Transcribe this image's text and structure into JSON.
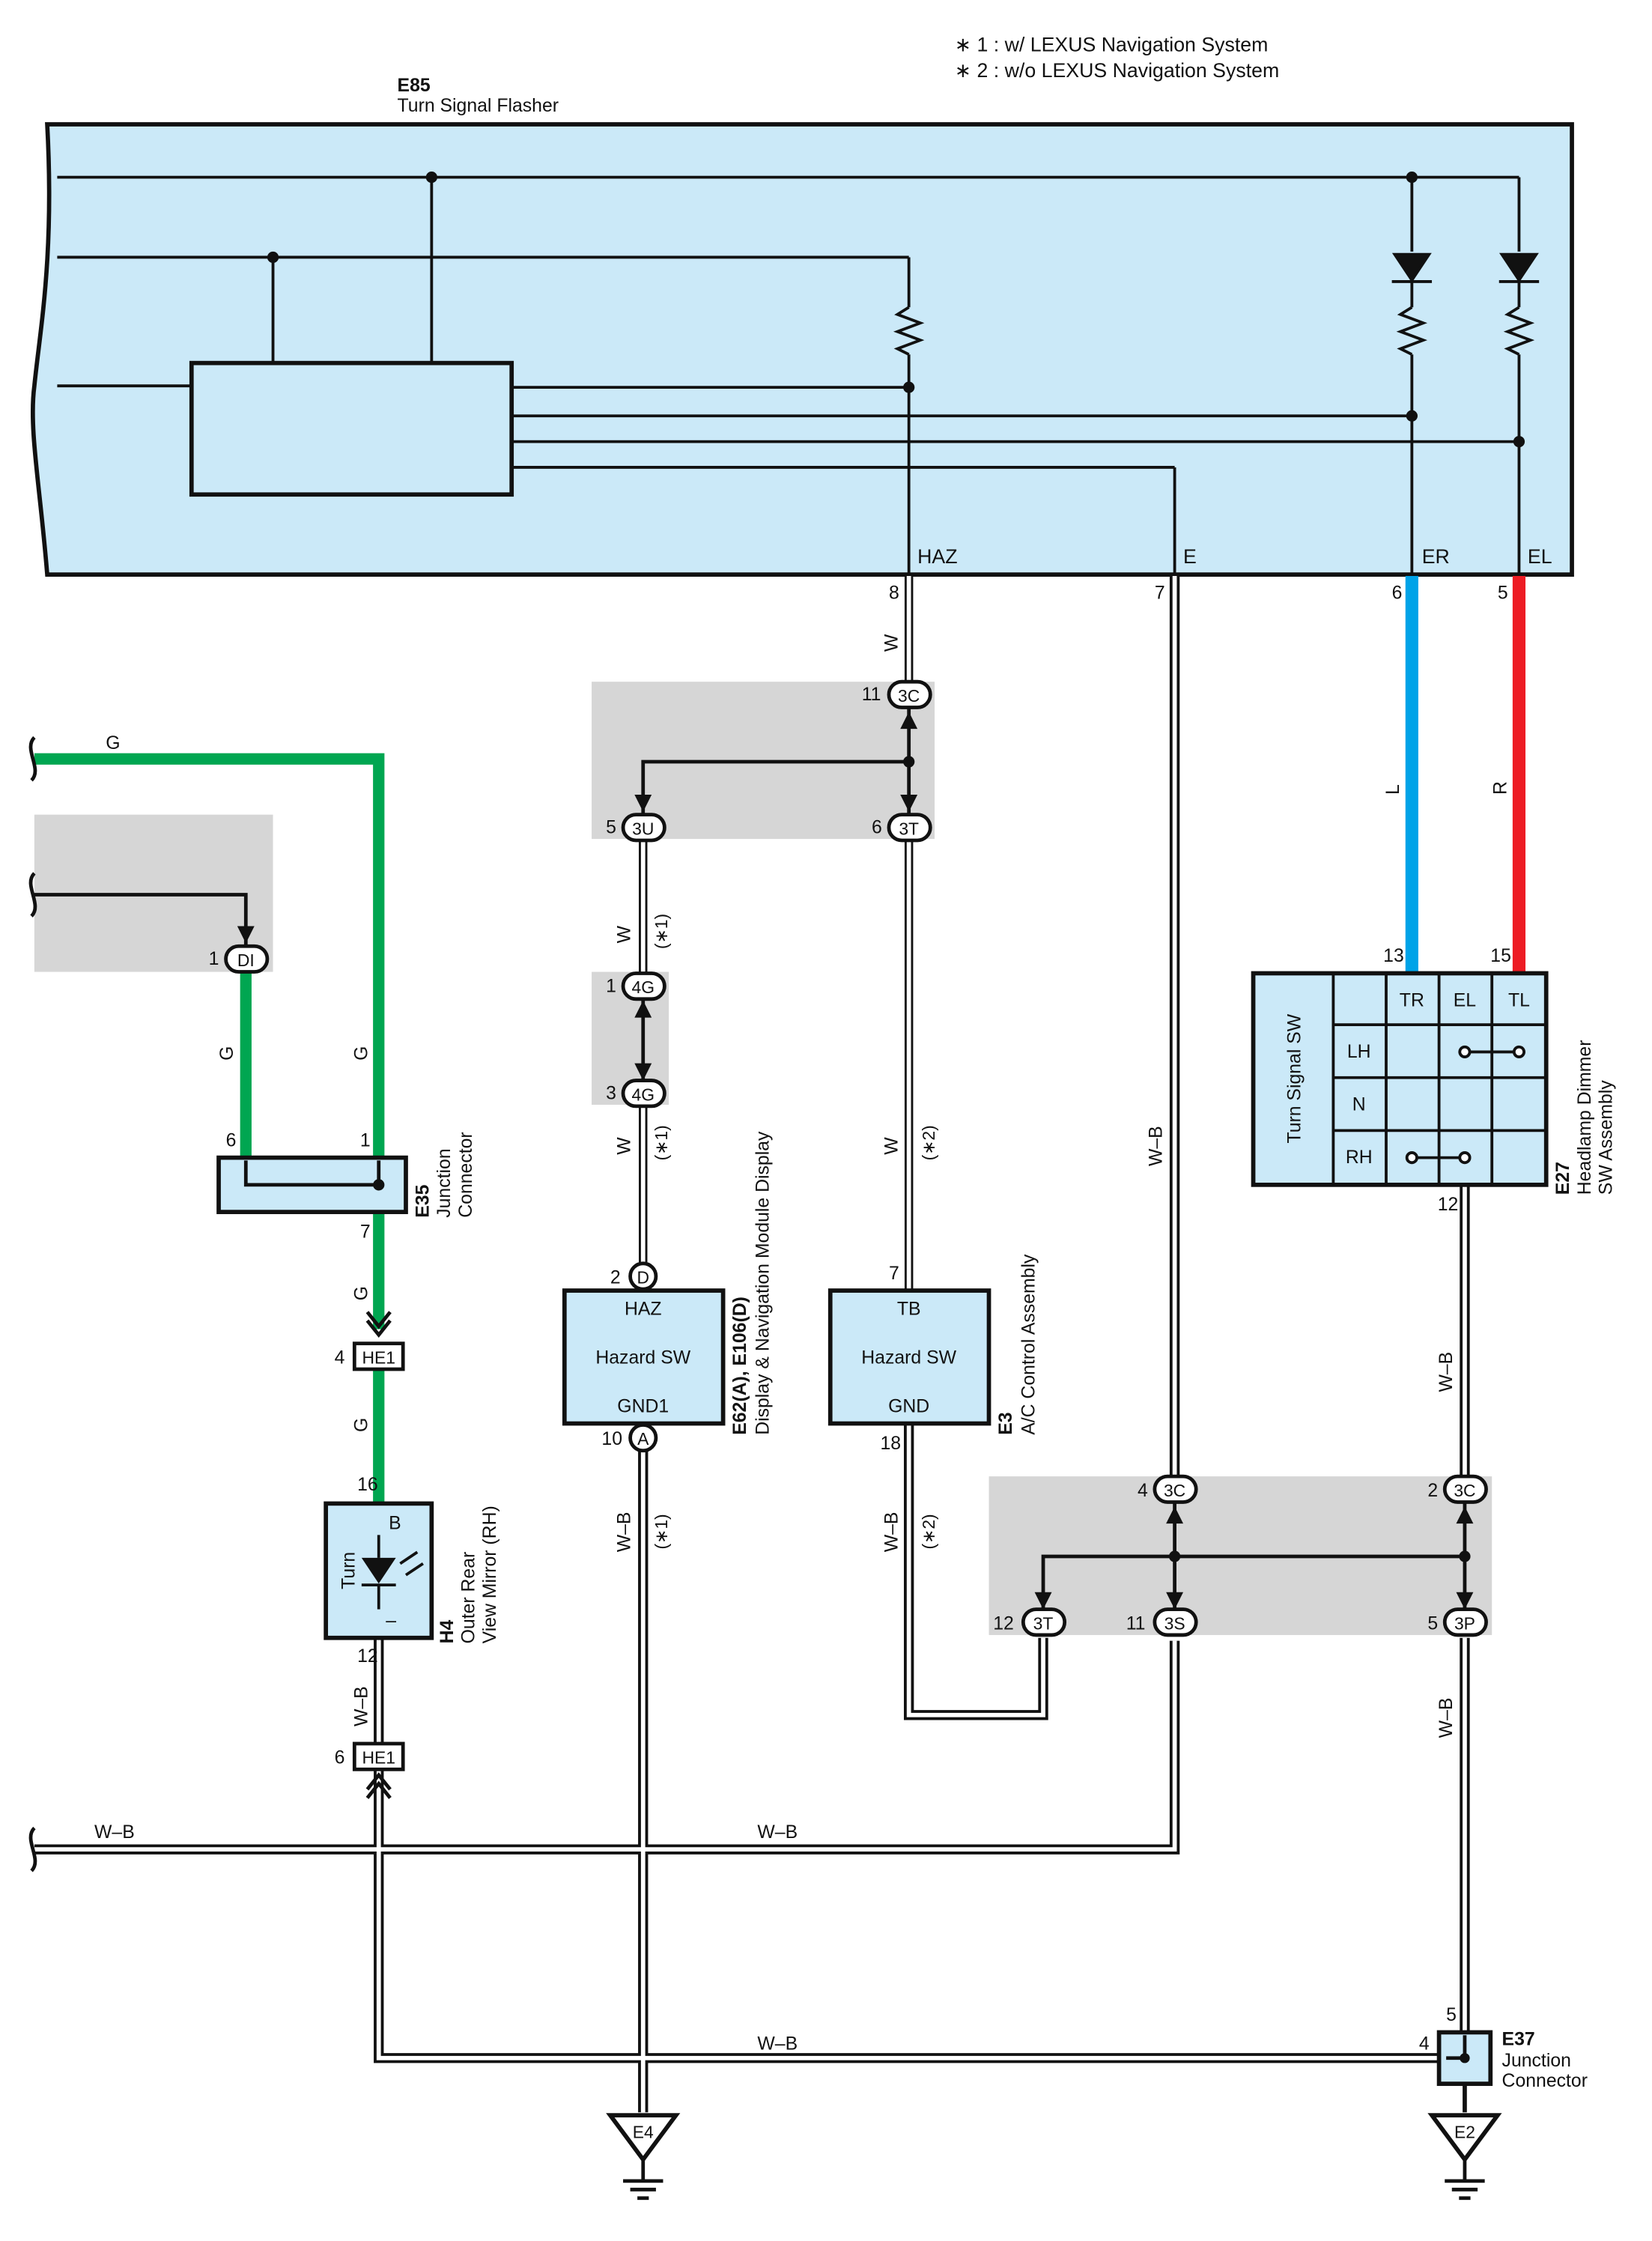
{
  "notes": {
    "n1": "∗ 1 : w/ LEXUS Navigation System",
    "n2": "∗ 2 : w/o LEXUS Navigation System"
  },
  "e85": {
    "code": "E85",
    "name": "Turn Signal Flasher",
    "term_haz": "HAZ",
    "term_e": "E",
    "term_er": "ER",
    "term_el": "EL",
    "pin_haz": "8",
    "pin_e": "7",
    "pin_er": "6",
    "pin_el": "5"
  },
  "wire_colors": {
    "green": "#00a651",
    "blue": "#00a3e8",
    "red": "#ed1c24",
    "box_fill": "#cbe9f8",
    "gray_fill": "#d6d6d6"
  },
  "wires": {
    "g": "G",
    "w": "W",
    "l": "L",
    "r": "R",
    "wb": "W–B",
    "s1": "(∗1)",
    "s2": "(∗2)"
  },
  "connectors": {
    "c3C": "3C",
    "c3U": "3U",
    "c3T": "3T",
    "c4G": "4G",
    "cDI": "DI",
    "cD": "D",
    "cA": "A",
    "cHE1": "HE1",
    "c3S": "3S",
    "c3P": "3P"
  },
  "pins": {
    "p1": "1",
    "p2": "2",
    "p3": "3",
    "p4": "4",
    "p5": "5",
    "p6": "6",
    "p7": "7",
    "p10": "10",
    "p11": "11",
    "p12": "12",
    "p13": "13",
    "p15": "15",
    "p16": "16",
    "p18": "18"
  },
  "e35": {
    "code": "E35",
    "l1": "Junction",
    "l2": "Connector"
  },
  "h4": {
    "code": "H4",
    "l1": "Outer Rear",
    "l2": "View Mirror (RH)",
    "b": "B",
    "minus": "–",
    "turn": "Turn"
  },
  "e62": {
    "code": "E62(A), E106(D)",
    "name": "Display & Navigation Module Display",
    "haz": "HAZ",
    "sw": "Hazard SW",
    "gnd1": "GND1"
  },
  "e3": {
    "code": "E3",
    "name": "A/C Control Assembly",
    "tb": "TB",
    "sw": "Hazard SW",
    "gnd": "GND"
  },
  "e27": {
    "code": "E27",
    "l1": "Headlamp Dimmer",
    "l2": "SW Assembly",
    "title": "Turn Signal SW",
    "tr": "TR",
    "el": "EL",
    "tl": "TL",
    "lh": "LH",
    "n": "N",
    "rh": "RH"
  },
  "e37": {
    "code": "E37",
    "l1": "Junction",
    "l2": "Connector"
  },
  "grounds": {
    "e4": "E4",
    "e2": "E2"
  }
}
